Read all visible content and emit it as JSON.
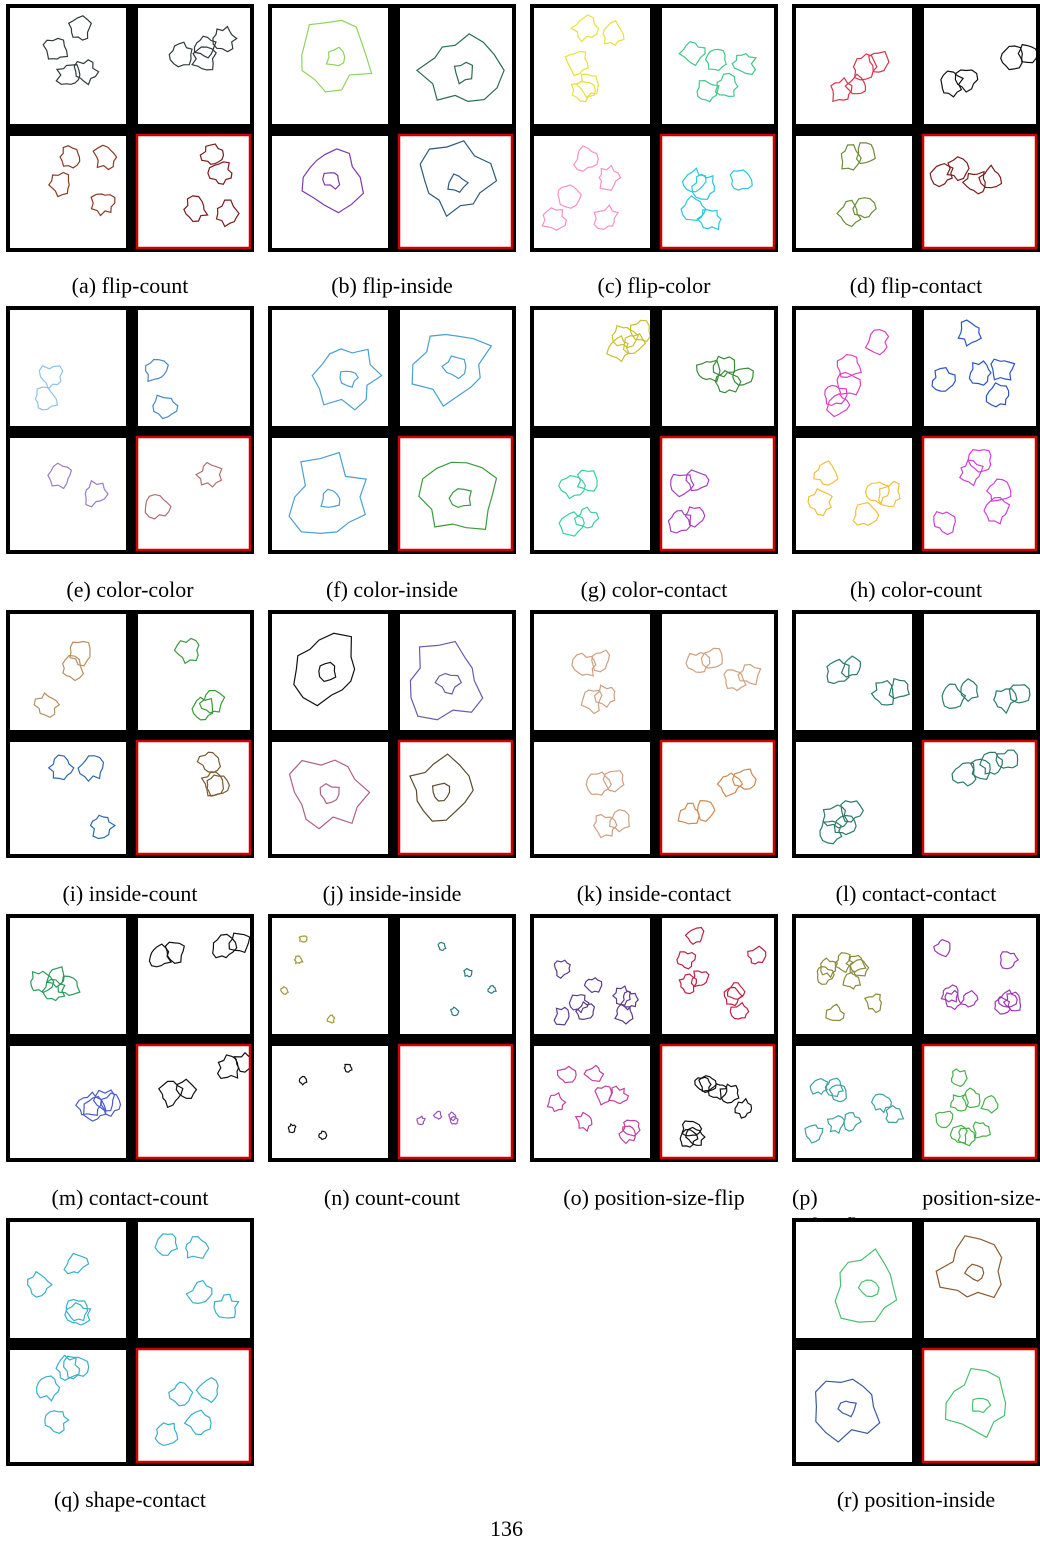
{
  "figure": {
    "panels": [
      {
        "id": "a",
        "caption": "(a) flip-count",
        "colors": [
          "#2f3a3a",
          "#2f3a3a",
          "#8a3a22",
          "#7a1c1c"
        ],
        "count": 4,
        "shape": "leaf"
      },
      {
        "id": "b",
        "caption": "(b) flip-inside",
        "colors": [
          "#8fd35f",
          "#2e6b4e",
          "#7b3aa8",
          "#2d5a7a"
        ],
        "count": 2,
        "shape": "nested"
      },
      {
        "id": "c",
        "caption": "(c) flip-color",
        "colors": [
          "#e8e03a",
          "#3fc98a",
          "#ff8fc8",
          "#2bc6e0"
        ],
        "count": 5,
        "shape": "blob"
      },
      {
        "id": "d",
        "caption": "(d) flip-contact",
        "colors": [
          "#d9334d",
          "#111111",
          "#6b8c3a",
          "#7a1c1c"
        ],
        "count": 2,
        "shape": "pair"
      },
      {
        "id": "e",
        "caption": "(e) color-color",
        "colors": [
          "#8fc2e8",
          "#4a88c8",
          "#9a7cc8",
          "#b07070"
        ],
        "count": 2,
        "shape": "blob"
      },
      {
        "id": "f",
        "caption": "(f) color-inside",
        "colors": [
          "#4aa0d0",
          "#4aa0d0",
          "#4aa0d0",
          "#3c9a3c"
        ],
        "count": 1,
        "shape": "nested"
      },
      {
        "id": "g",
        "caption": "(g) color-contact",
        "colors": [
          "#c8c030",
          "#3a8a3a",
          "#3ad0a0",
          "#a840c0"
        ],
        "count": 2,
        "shape": "pair"
      },
      {
        "id": "h",
        "caption": "(h) color-count",
        "colors": [
          "#e040c0",
          "#2a55c8",
          "#f0c040",
          "#d040d8"
        ],
        "count": 5,
        "shape": "blob"
      },
      {
        "id": "i",
        "caption": "(i) inside-count",
        "colors": [
          "#b89060",
          "#3a9a3a",
          "#2a6ab0",
          "#7a5a30"
        ],
        "count": 3,
        "shape": "blob"
      },
      {
        "id": "j",
        "caption": "(j) inside-inside",
        "colors": [
          "#111111",
          "#6a5ab0",
          "#b06080",
          "#5a4a2a"
        ],
        "count": 1,
        "shape": "nested"
      },
      {
        "id": "k",
        "caption": "(k) inside-contact",
        "colors": [
          "#d0a080",
          "#d0a080",
          "#d0a080",
          "#d08a50"
        ],
        "count": 2,
        "shape": "pair"
      },
      {
        "id": "l",
        "caption": "(l) contact-contact",
        "colors": [
          "#2a7a6a",
          "#2a7a6a",
          "#2a7a6a",
          "#2a7a6a"
        ],
        "count": 2,
        "shape": "pair"
      },
      {
        "id": "m",
        "caption": "(m) contact-count",
        "colors": [
          "#2a9a5a",
          "#111111",
          "#4a5ad0",
          "#111111"
        ],
        "count": 2,
        "shape": "pair"
      },
      {
        "id": "n",
        "caption": "(n) count-count",
        "colors": [
          "#a09a30",
          "#2a7a80",
          "#111111",
          "#9a50c0"
        ],
        "count": 4,
        "shape": "tiny"
      },
      {
        "id": "o",
        "caption": "(o) position-size-flip",
        "colors": [
          "#5a3a8a",
          "#c02040",
          "#c040a0",
          "#111111"
        ],
        "count": 8,
        "shape": "leaf"
      },
      {
        "id": "p",
        "caption": "(p)           position-size-",
        "caption2": "color-flip",
        "colors": [
          "#8a8a3a",
          "#9a3ab0",
          "#40a0a0",
          "#4ab04a"
        ],
        "count": 8,
        "shape": "leaf"
      },
      {
        "id": "q",
        "caption": "(q) shape-contact",
        "colors": [
          "#3ab0c8",
          "#3ab0c8",
          "#3ab0c8",
          "#3ab0c8"
        ],
        "count": 4,
        "shape": "blob"
      },
      {
        "id": "r",
        "caption": "(r) position-inside",
        "colors": [
          "#4ac070",
          "#8a5a30",
          "#3a5aa0",
          "#4ac070"
        ],
        "count": 1,
        "shape": "nested"
      }
    ],
    "page_number": "136"
  }
}
